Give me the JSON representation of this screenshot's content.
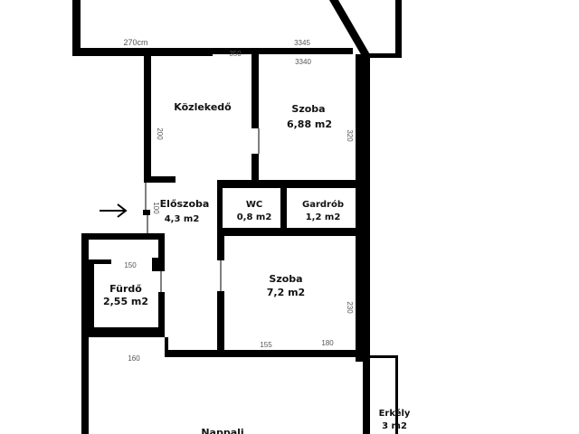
{
  "rooms": {
    "kozlekedo": {
      "name": "Közlekedő",
      "area": ""
    },
    "szoba1": {
      "name": "Szoba",
      "area": "6,88 m2"
    },
    "eloszoba": {
      "name": "Előszoba",
      "area": "4,3 m2"
    },
    "wc": {
      "name": "WC",
      "area": "0,8 m2"
    },
    "gardrob": {
      "name": "Gardrób",
      "area": "1,2 m2"
    },
    "furdo": {
      "name": "Fürdő",
      "area": "2,55 m2"
    },
    "szoba2": {
      "name": "Szoba",
      "area": "7,2 m2"
    },
    "nappali": {
      "name": "Nappali",
      "area": ""
    },
    "erkely": {
      "name": "Erkély",
      "area": "3 m2"
    }
  },
  "dimensions": {
    "top_left_width": "270cm",
    "top_right_a": "350",
    "top_right_b": "3345",
    "top_right_c": "3340",
    "corridor_len": "200",
    "szoba1_side": "320",
    "door_width": "100",
    "furdo_width": "150",
    "szoba2_side": "230",
    "szoba2_bottom_a": "155",
    "szoba2_bottom_b": "180",
    "nappali_top": "160"
  },
  "colors": {
    "wall": "#000000",
    "dim_text": "#555555",
    "arrow": "#000000"
  }
}
